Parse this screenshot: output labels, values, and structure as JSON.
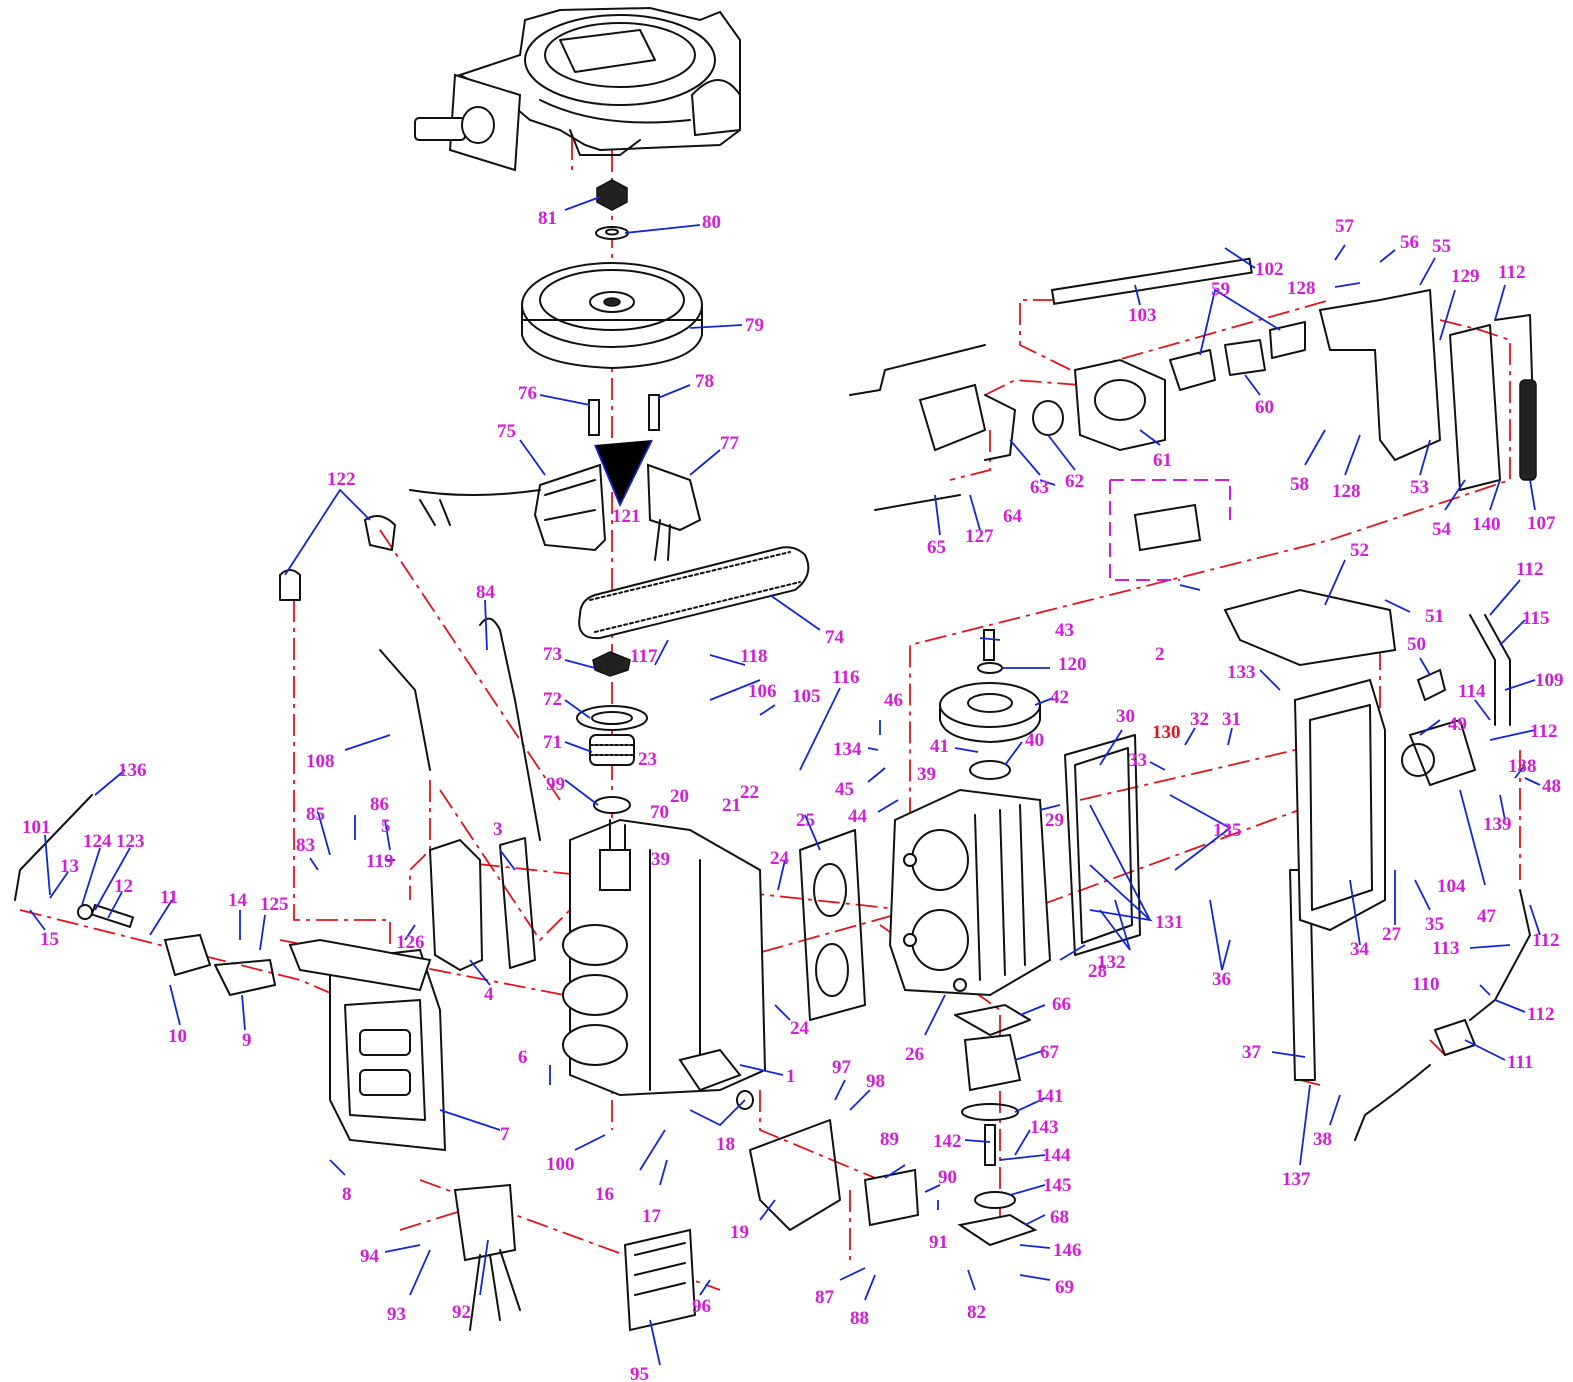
{
  "diagram": {
    "colors": {
      "callout": "#d21fd6",
      "callout_alt": "#e0141e",
      "leader": "#1226d6",
      "axis": "#e0141e",
      "outline": "#111111"
    },
    "callouts": [
      {
        "id": "p1",
        "label": "1"
      },
      {
        "id": "p2",
        "label": "2"
      },
      {
        "id": "p3",
        "label": "3"
      },
      {
        "id": "p4",
        "label": "4"
      },
      {
        "id": "p5",
        "label": "5"
      },
      {
        "id": "p6",
        "label": "6"
      },
      {
        "id": "p7",
        "label": "7"
      },
      {
        "id": "p8",
        "label": "8"
      },
      {
        "id": "p9",
        "label": "9"
      },
      {
        "id": "p10",
        "label": "10"
      },
      {
        "id": "p11",
        "label": "11"
      },
      {
        "id": "p12",
        "label": "12"
      },
      {
        "id": "p13",
        "label": "13"
      },
      {
        "id": "p14",
        "label": "14"
      },
      {
        "id": "p15",
        "label": "15"
      },
      {
        "id": "p16",
        "label": "16"
      },
      {
        "id": "p17",
        "label": "17"
      },
      {
        "id": "p18",
        "label": "18"
      },
      {
        "id": "p19",
        "label": "19"
      },
      {
        "id": "p20",
        "label": "20"
      },
      {
        "id": "p21",
        "label": "21"
      },
      {
        "id": "p22",
        "label": "22"
      },
      {
        "id": "p23",
        "label": "23"
      },
      {
        "id": "p24a",
        "label": "24"
      },
      {
        "id": "p24b",
        "label": "24"
      },
      {
        "id": "p25",
        "label": "25"
      },
      {
        "id": "p26",
        "label": "26"
      },
      {
        "id": "p27",
        "label": "27"
      },
      {
        "id": "p28",
        "label": "28"
      },
      {
        "id": "p29",
        "label": "29"
      },
      {
        "id": "p30",
        "label": "30"
      },
      {
        "id": "p31",
        "label": "31"
      },
      {
        "id": "p32",
        "label": "32"
      },
      {
        "id": "p33",
        "label": "33"
      },
      {
        "id": "p34",
        "label": "34"
      },
      {
        "id": "p35",
        "label": "35"
      },
      {
        "id": "p36",
        "label": "36"
      },
      {
        "id": "p37",
        "label": "37"
      },
      {
        "id": "p38",
        "label": "38"
      },
      {
        "id": "p39a",
        "label": "39"
      },
      {
        "id": "p39b",
        "label": "39"
      },
      {
        "id": "p40",
        "label": "40"
      },
      {
        "id": "p41",
        "label": "41"
      },
      {
        "id": "p42",
        "label": "42"
      },
      {
        "id": "p43",
        "label": "43"
      },
      {
        "id": "p44",
        "label": "44"
      },
      {
        "id": "p45",
        "label": "45"
      },
      {
        "id": "p46",
        "label": "46"
      },
      {
        "id": "p47",
        "label": "47"
      },
      {
        "id": "p48",
        "label": "48"
      },
      {
        "id": "p49",
        "label": "49"
      },
      {
        "id": "p50",
        "label": "50"
      },
      {
        "id": "p51",
        "label": "51"
      },
      {
        "id": "p52",
        "label": "52"
      },
      {
        "id": "p53",
        "label": "53"
      },
      {
        "id": "p54",
        "label": "54"
      },
      {
        "id": "p55",
        "label": "55"
      },
      {
        "id": "p56",
        "label": "56"
      },
      {
        "id": "p57",
        "label": "57"
      },
      {
        "id": "p58",
        "label": "58"
      },
      {
        "id": "p59",
        "label": "59"
      },
      {
        "id": "p60",
        "label": "60"
      },
      {
        "id": "p61",
        "label": "61"
      },
      {
        "id": "p62",
        "label": "62"
      },
      {
        "id": "p63",
        "label": "63"
      },
      {
        "id": "p64",
        "label": "64"
      },
      {
        "id": "p65",
        "label": "65"
      },
      {
        "id": "p66",
        "label": "66"
      },
      {
        "id": "p67",
        "label": "67"
      },
      {
        "id": "p68",
        "label": "68"
      },
      {
        "id": "p69",
        "label": "69"
      },
      {
        "id": "p70",
        "label": "70"
      },
      {
        "id": "p71",
        "label": "71"
      },
      {
        "id": "p72",
        "label": "72"
      },
      {
        "id": "p73",
        "label": "73"
      },
      {
        "id": "p74",
        "label": "74"
      },
      {
        "id": "p75",
        "label": "75"
      },
      {
        "id": "p76",
        "label": "76"
      },
      {
        "id": "p77",
        "label": "77"
      },
      {
        "id": "p78",
        "label": "78"
      },
      {
        "id": "p79",
        "label": "79"
      },
      {
        "id": "p80",
        "label": "80"
      },
      {
        "id": "p81",
        "label": "81"
      },
      {
        "id": "p82",
        "label": "82"
      },
      {
        "id": "p83",
        "label": "83"
      },
      {
        "id": "p84",
        "label": "84"
      },
      {
        "id": "p85",
        "label": "85"
      },
      {
        "id": "p86",
        "label": "86"
      },
      {
        "id": "p87",
        "label": "87"
      },
      {
        "id": "p88",
        "label": "88"
      },
      {
        "id": "p89",
        "label": "89"
      },
      {
        "id": "p90",
        "label": "90"
      },
      {
        "id": "p91",
        "label": "91"
      },
      {
        "id": "p92",
        "label": "92"
      },
      {
        "id": "p93",
        "label": "93"
      },
      {
        "id": "p94",
        "label": "94"
      },
      {
        "id": "p95",
        "label": "95"
      },
      {
        "id": "p96",
        "label": "96"
      },
      {
        "id": "p97",
        "label": "97"
      },
      {
        "id": "p98",
        "label": "98"
      },
      {
        "id": "p99",
        "label": "99"
      },
      {
        "id": "p100",
        "label": "100"
      },
      {
        "id": "p101",
        "label": "101"
      },
      {
        "id": "p102",
        "label": "102"
      },
      {
        "id": "p103",
        "label": "103"
      },
      {
        "id": "p104",
        "label": "104"
      },
      {
        "id": "p105",
        "label": "105"
      },
      {
        "id": "p106",
        "label": "106"
      },
      {
        "id": "p107",
        "label": "107"
      },
      {
        "id": "p108",
        "label": "108"
      },
      {
        "id": "p109",
        "label": "109"
      },
      {
        "id": "p110",
        "label": "110"
      },
      {
        "id": "p111",
        "label": "111"
      },
      {
        "id": "p112a",
        "label": "112"
      },
      {
        "id": "p112b",
        "label": "112"
      },
      {
        "id": "p112c",
        "label": "112"
      },
      {
        "id": "p112d",
        "label": "112"
      },
      {
        "id": "p112e",
        "label": "112"
      },
      {
        "id": "p113",
        "label": "113"
      },
      {
        "id": "p114",
        "label": "114"
      },
      {
        "id": "p115",
        "label": "115"
      },
      {
        "id": "p116",
        "label": "116"
      },
      {
        "id": "p117",
        "label": "117"
      },
      {
        "id": "p118",
        "label": "118"
      },
      {
        "id": "p119",
        "label": "119"
      },
      {
        "id": "p120",
        "label": "120"
      },
      {
        "id": "p121",
        "label": "121"
      },
      {
        "id": "p122",
        "label": "122"
      },
      {
        "id": "p123",
        "label": "123"
      },
      {
        "id": "p124",
        "label": "124"
      },
      {
        "id": "p125",
        "label": "125"
      },
      {
        "id": "p126",
        "label": "126"
      },
      {
        "id": "p127",
        "label": "127"
      },
      {
        "id": "p128a",
        "label": "128"
      },
      {
        "id": "p128b",
        "label": "128"
      },
      {
        "id": "p129",
        "label": "129"
      },
      {
        "id": "p130",
        "label": "130"
      },
      {
        "id": "p131",
        "label": "131"
      },
      {
        "id": "p132",
        "label": "132"
      },
      {
        "id": "p133",
        "label": "133"
      },
      {
        "id": "p134",
        "label": "134"
      },
      {
        "id": "p135",
        "label": "135"
      },
      {
        "id": "p136",
        "label": "136"
      },
      {
        "id": "p137",
        "label": "137"
      },
      {
        "id": "p138",
        "label": "138"
      },
      {
        "id": "p139",
        "label": "139"
      },
      {
        "id": "p140",
        "label": "140"
      },
      {
        "id": "p141",
        "label": "141"
      },
      {
        "id": "p142",
        "label": "142"
      },
      {
        "id": "p143",
        "label": "143"
      },
      {
        "id": "p144",
        "label": "144"
      },
      {
        "id": "p145",
        "label": "145"
      },
      {
        "id": "p146",
        "label": "146"
      }
    ]
  }
}
